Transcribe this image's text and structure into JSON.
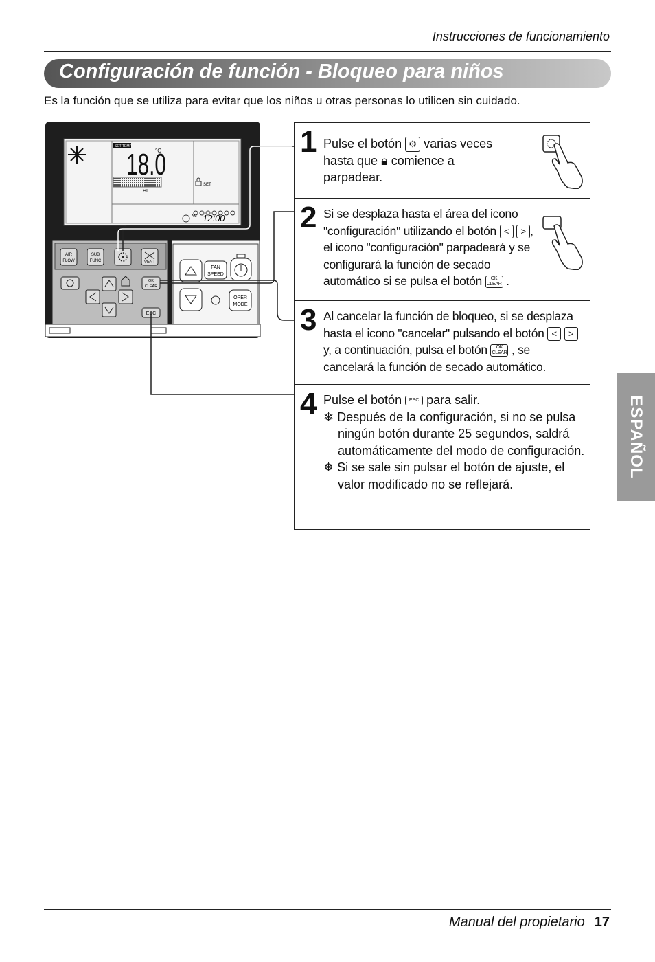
{
  "header": {
    "section": "Instrucciones de funcionamiento"
  },
  "title": "Configuración de función - Bloqueo para niños",
  "intro": "Es la función que se utiliza para evitar que los niños u otras personas lo utilicen sin cuidado.",
  "remote": {
    "display": {
      "temperature": "18.0",
      "unit": "°C",
      "set_temp_label": "SET TEMP",
      "fan_label": "HI",
      "lock_label": "SET",
      "clock_am": "AM",
      "clock": "12:00"
    },
    "buttons": {
      "air_flow": "AIR FLOW",
      "sub_func": "SUB FUNC",
      "vent": "VENT",
      "ok_clear": "OK CLEAR",
      "esc": "ESC",
      "fan_speed": "FAN SPEED",
      "oper_mode": "OPER MODE"
    }
  },
  "steps": [
    {
      "number": "1",
      "text": [
        "Pulse el botón",
        "varias veces",
        "hasta que",
        "comience a",
        "parpadear."
      ]
    },
    {
      "number": "2",
      "text": [
        "Si se desplaza hasta el área del icono",
        "\"configuración\" utilizando el botón",
        ",",
        "el icono \"configuración\" parpadeará y se",
        "configurará la función de secado",
        "automático si se pulsa el botón",
        "."
      ]
    },
    {
      "number": "3",
      "text": [
        "Al cancelar la función de bloqueo, si se desplaza",
        "hasta el icono \"cancelar\" pulsando el botón",
        "y, a continuación, pulsa el botón",
        ", se",
        "cancelará la función de secado automático."
      ]
    },
    {
      "number": "4",
      "text": [
        "Pulse el botón",
        "para salir.",
        "Después de la configuración, si no se pulsa",
        "ningún botón durante 25 segundos, saldrá",
        "automáticamente del modo de configuración.",
        "Si se sale sin pulsar el botón de ajuste, el",
        "valor modificado no se reflejará."
      ]
    }
  ],
  "side_tab": "ESPAÑOL",
  "footer": {
    "label": "Manual del propietario",
    "page": "17"
  },
  "icons": {
    "gear": "gear-icon",
    "lock": "lock-icon",
    "left": "left-arrow-icon",
    "right": "right-arrow-icon",
    "ok": "ok-clear-icon",
    "esc": "esc-icon",
    "bullet": "snowflake-bullet-icon",
    "hand": "hand-pointer-icon"
  }
}
